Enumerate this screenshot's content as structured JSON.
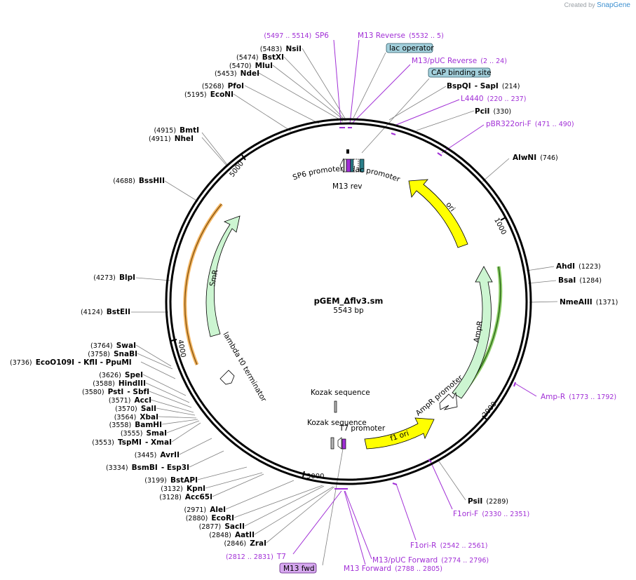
{
  "watermark": {
    "prefix": "Created by",
    "brand": "SnapGene"
  },
  "plasmid": {
    "name": "pGEM_Δflv3.sm",
    "length_text": "5543 bp",
    "length": 5543
  },
  "ticks": [
    "1000",
    "2000",
    "3000",
    "4000",
    "5000"
  ],
  "sites": [
    {
      "name": "NsiI",
      "pos": "(5483)",
      "bp": 5483
    },
    {
      "name": "BstXI",
      "pos": "(5474)",
      "bp": 5474
    },
    {
      "name": "MluI",
      "pos": "(5470)",
      "bp": 5470
    },
    {
      "name": "NdeI",
      "pos": "(5453)",
      "bp": 5453
    },
    {
      "name": "PfoI",
      "pos": "(5268)",
      "bp": 5268
    },
    {
      "name": "EcoNI",
      "pos": "(5195)",
      "bp": 5195
    },
    {
      "name": "BmtI",
      "pos": "(4915)",
      "bp": 4915
    },
    {
      "name": "NheI",
      "pos": "(4911)",
      "bp": 4911
    },
    {
      "name": "BssHII",
      "pos": "(4688)",
      "bp": 4688
    },
    {
      "name": "BlpI",
      "pos": "(4273)",
      "bp": 4273
    },
    {
      "name": "BstEII",
      "pos": "(4124)",
      "bp": 4124
    },
    {
      "name": "SwaI",
      "pos": "(3764)",
      "bp": 3764
    },
    {
      "name": "SnaBI",
      "pos": "(3758)",
      "bp": 3758
    },
    {
      "name": "EcoO109I",
      "pos": "(3736)",
      "extra": "- KflI   - PpuMI",
      "bp": 3736
    },
    {
      "name": "SpeI",
      "pos": "(3626)",
      "bp": 3626
    },
    {
      "name": "HindIII",
      "pos": "(3588)",
      "bp": 3588
    },
    {
      "name": "PstI",
      "pos": "(3580)",
      "extra": "- SbfI",
      "bp": 3580
    },
    {
      "name": "AccI",
      "pos": "(3571)",
      "bp": 3571
    },
    {
      "name": "SalI",
      "pos": "(3570)",
      "bp": 3570
    },
    {
      "name": "XbaI",
      "pos": "(3564)",
      "bp": 3564
    },
    {
      "name": "BamHI",
      "pos": "(3558)",
      "bp": 3558
    },
    {
      "name": "SmaI",
      "pos": "(3555)",
      "bp": 3555
    },
    {
      "name": "TspMI",
      "pos": "(3553)",
      "extra": "- XmaI",
      "bp": 3553
    },
    {
      "name": "AvrII",
      "pos": "(3445)",
      "bp": 3445
    },
    {
      "name": "BsmBI",
      "pos": "(3334)",
      "extra": "- Esp3I",
      "bp": 3334
    },
    {
      "name": "BstAPI",
      "pos": "(3199)",
      "bp": 3199
    },
    {
      "name": "KpnI",
      "pos": "(3132)",
      "bp": 3132
    },
    {
      "name": "Acc65I",
      "pos": "(3128)",
      "bp": 3128
    },
    {
      "name": "AleI",
      "pos": "(2971)",
      "bp": 2971
    },
    {
      "name": "EcoRI",
      "pos": "(2880)",
      "bp": 2880
    },
    {
      "name": "SacII",
      "pos": "(2877)",
      "bp": 2877
    },
    {
      "name": "AatII",
      "pos": "(2848)",
      "bp": 2848
    },
    {
      "name": "ZraI",
      "pos": "(2846)",
      "bp": 2846
    },
    {
      "name": "BspQI",
      "pos": "(214)",
      "extra": "- SapI",
      "bp": 214
    },
    {
      "name": "PciI",
      "pos": "(330)",
      "bp": 330
    },
    {
      "name": "AlwNI",
      "pos": "(746)",
      "bp": 746
    },
    {
      "name": "AhdI",
      "pos": "(1223)",
      "bp": 1223
    },
    {
      "name": "BsaI",
      "pos": "(1284)",
      "bp": 1284
    },
    {
      "name": "NmeAIII",
      "pos": "(1371)",
      "bp": 1371
    },
    {
      "name": "PsiI",
      "pos": "(2289)",
      "bp": 2289
    }
  ],
  "primers": [
    {
      "name": "SP6",
      "pos": "(5497 .. 5514)"
    },
    {
      "name": "M13 Reverse",
      "pos": "(5532 .. 5)"
    },
    {
      "name": "M13/pUC Reverse",
      "pos": "(2 .. 24)"
    },
    {
      "name": "L4440",
      "pos": "(220 .. 237)"
    },
    {
      "name": "pBR322ori-F",
      "pos": "(471 .. 490)"
    },
    {
      "name": "Amp-R",
      "pos": "(1773 .. 1792)"
    },
    {
      "name": "F1ori-F",
      "pos": "(2330 .. 2351)"
    },
    {
      "name": "F1ori-R",
      "pos": "(2542 .. 2561)"
    },
    {
      "name": "M13/pUC Forward",
      "pos": "(2774 .. 2796)"
    },
    {
      "name": "M13 Forward",
      "pos": "(2788 .. 2805)"
    },
    {
      "name": "T7",
      "pos": "(2812 .. 2831)"
    }
  ],
  "boxed_labels": {
    "lac_operator": "lac operator",
    "cap_site": "CAP binding site",
    "m13_fwd": "M13 fwd"
  },
  "features": {
    "sp6_promoter": "SP6 promoter",
    "lac_promoter": "lac promoter",
    "m13_rev": "M13 rev",
    "ori": "ori",
    "ampr": "AmpR",
    "ampr_promoter": "AmpR promoter",
    "f1_ori": "f1 ori",
    "t7_promoter": "T7 promoter",
    "kozak1": "Kozak sequence",
    "kozak2": "Kozak sequence",
    "smr": "SmR",
    "lambda_t0": "lambda t0 terminator"
  },
  "colors": {
    "ori": "#ffff00",
    "resistance": "#ccf5d1",
    "primer": "#a12fd6",
    "box_blue": "#a3d0dc",
    "box_purple": "#d6a8ef",
    "highlight_orange": "#f0a33a",
    "highlight_green": "#5cb82a"
  }
}
